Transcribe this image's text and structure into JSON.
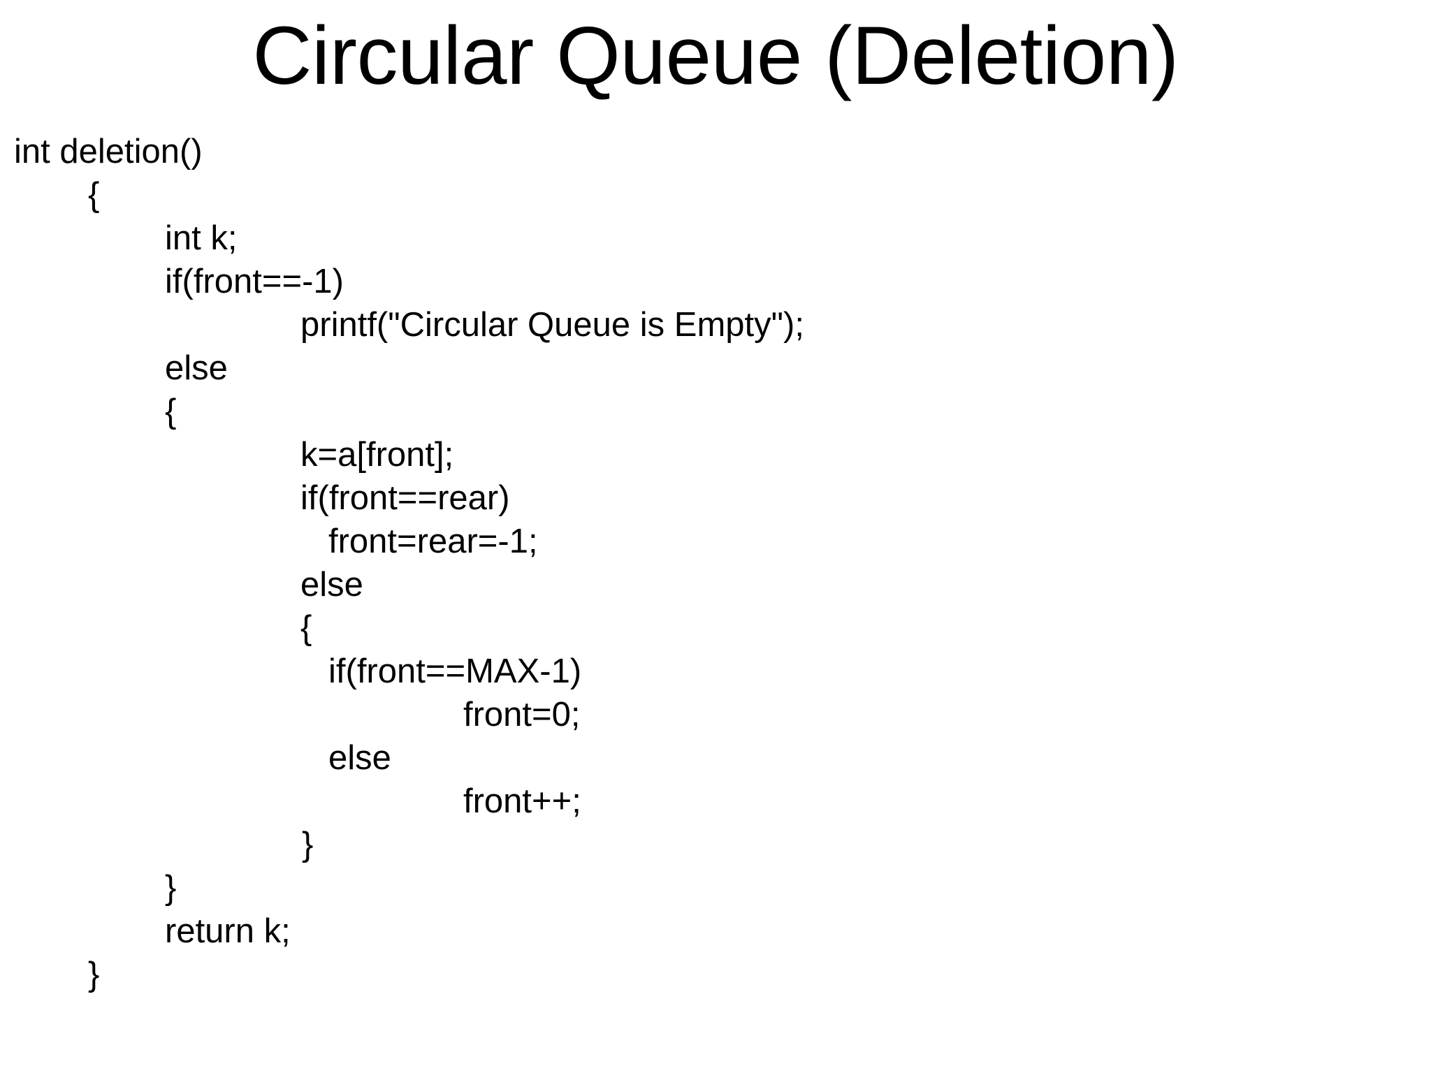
{
  "slide": {
    "title": "Circular Queue (Deletion)",
    "background_color": "#ffffff",
    "text_color": "#000000",
    "code_lines": [
      {
        "text": "int deletion()",
        "indent": 0
      },
      {
        "text": "{",
        "indent": 1
      },
      {
        "text": "int k;",
        "indent": 2
      },
      {
        "text": "if(front==-1)",
        "indent": 2
      },
      {
        "text": "printf(\"Circular Queue is Empty\");",
        "indent": 3
      },
      {
        "text": "else",
        "indent": 2
      },
      {
        "text": "{",
        "indent": 2
      },
      {
        "text": "k=a[front];",
        "indent": 3
      },
      {
        "text": "if(front==rear)",
        "indent": 3
      },
      {
        "text": "front=rear=-1;",
        "indent": 4
      },
      {
        "text": "else",
        "indent": 3
      },
      {
        "text": "{",
        "indent": 3
      },
      {
        "text": "if(front==MAX-1)",
        "indent": 4
      },
      {
        "text": "front=0;",
        "indent": 5
      },
      {
        "text": "else",
        "indent": 4
      },
      {
        "text": "front++;",
        "indent": 5
      },
      {
        "text": "}",
        "indent": 6
      },
      {
        "text": "}",
        "indent": 2
      },
      {
        "text": "return k;",
        "indent": 2
      },
      {
        "text": "}",
        "indent": 1
      }
    ]
  }
}
